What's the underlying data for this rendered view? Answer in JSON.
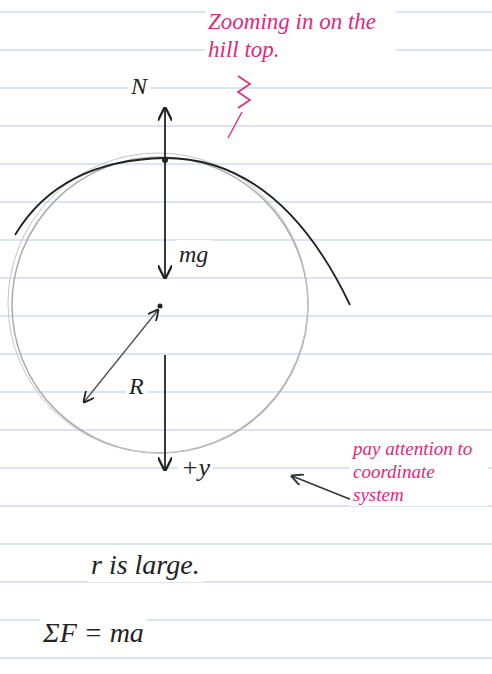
{
  "diagram": {
    "labels": [
      "Zooming in on the hill top.",
      "N",
      "mg",
      "R",
      "+y",
      "pay attention to coordinate system",
      "r is large.",
      "ΣF = ma"
    ]
  }
}
